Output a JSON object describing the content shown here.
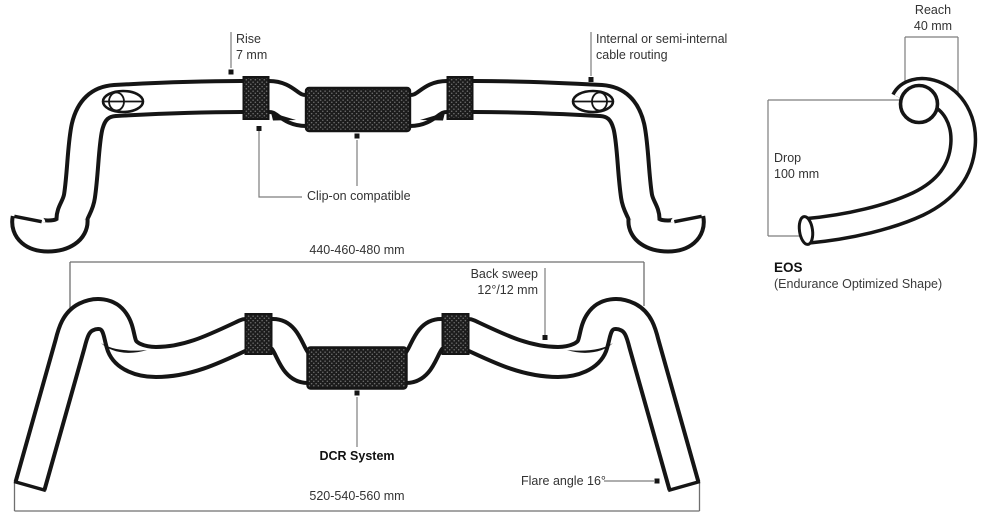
{
  "labels": {
    "rise_line1": "Rise",
    "rise_line2": "7 mm",
    "cable_line1": "Internal or semi-internal",
    "cable_line2": "cable routing",
    "clip_on": "Clip-on compatible",
    "top_width": "440-460-480 mm",
    "back_sweep_line1": "Back sweep",
    "back_sweep_line2": "12°/12 mm",
    "dcr": "DCR System",
    "flare": "Flare angle 16°",
    "bottom_width": "520-540-560 mm",
    "reach_line1": "Reach",
    "reach_line2": "40 mm",
    "drop_line1": "Drop",
    "drop_line2": "100 mm",
    "eos_title": "EOS",
    "eos_subtitle": "(Endurance Optimized Shape)"
  },
  "colors": {
    "ink": "#151515",
    "leader_line": "#7d7d7d",
    "background": "#ffffff"
  }
}
